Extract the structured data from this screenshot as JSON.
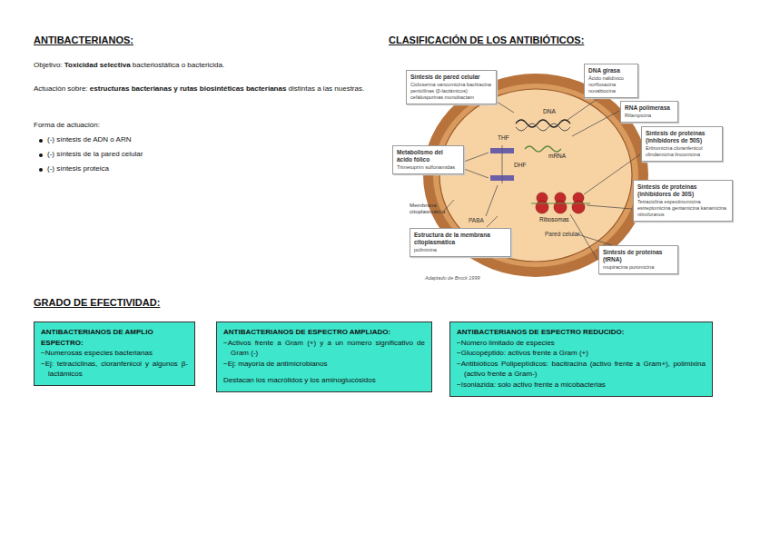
{
  "diagram": {
    "nodes": [
      {
        "text": [
          "Síntesis de pared celular",
          "Cicloserina vancomicina bacitracina penicilinas (β-lactámicos) cefalosporinas monobactam"
        ]
      },
      {
        "text": [
          "DNA girasa",
          "Ácido nalidíxico norfloxacina novabiocina"
        ]
      },
      {
        "text": [
          "RNA polimerasa",
          "Rifampicina"
        ]
      },
      {
        "text": [
          "Síntesis de proteínas (inhibidores de 50S)",
          "Eritromicina cloranfenicol clindamicina lincomicina"
        ]
      },
      {
        "text": [
          "Metabolismo del ácido fólico",
          "Trimetoprim sulfonamidas"
        ]
      },
      {
        "text": [
          "Síntesis de proteínas (inhibidores de 30S)",
          "Tetraciclina espectinomicina estreptomicina gentamicina kanamicina nitrofuranos"
        ]
      },
      {
        "text": [
          "Estructura de la membrana citoplasmática",
          "polimixina"
        ]
      },
      {
        "text": [
          "Síntesis de proteínas (tRNA)",
          "mupiracina puromicina"
        ]
      },
      {
        "text": [
          "ANTIBACTERIANOS DE AMPLIO ESPECTRO:",
          "−Numerosas especies bacterianas",
          "−Ej: tetraciclinas, cloranfenicol y algunos β-lactámicos"
        ]
      },
      {
        "text": [
          "ANTIBACTERIANOS DE ESPECTRO AMPLIADO:",
          "−Activos frente a Gram (+) y a un número significativo de Gram (-)",
          "−Ej: mayoría de antimicrobianos",
          "Destacan los macrólidos y los aminoglucósidos"
        ]
      },
      {
        "text": [
          "ANTIBACTERIANOS DE ESPECTRO REDUCIDO:",
          "−Número limitado de especies",
          "−Glucopéptido: activos frente a Gram (+)",
          "−Antibióticos Polipeptídicos: bacitracina (activo frente a Gram+), polimixina (activo frente a Gram-)",
          "−Isoniazida: solo activo frente a micobacterias"
        ]
      }
    ],
    "edges": [],
    "labels": [
      "ANTIBACTERIANOS:",
      "Objetivo:",
      "Toxicidad selectiva",
      "bacteriostática o bactericida.",
      "Actuación sobre:",
      "estructuras bacterianas y rutas biosintéticas bacterianas",
      "distintas a las nuestras.",
      "Forma de actuación:",
      "(-) síntesis de ADN o ARN",
      "(-) síntesis de la pared celular",
      "(-) síntesis proteica",
      "CLASIFICACIÓN DE LOS ANTIBIÓTICOS:",
      "DNA",
      "mRNA",
      "THF",
      "DHF",
      "Ribosomas",
      "Membrana citoplasmática",
      "PABA",
      "Pared celular",
      "Adaptado de Brock 1999",
      "GRADO DE EFECTIVIDAD:"
    ]
  }
}
